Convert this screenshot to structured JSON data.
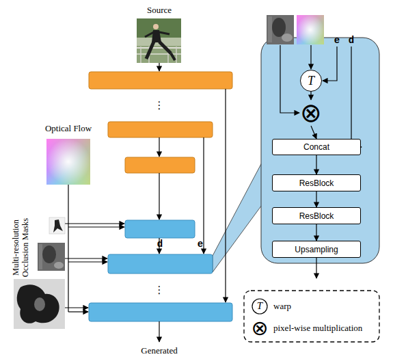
{
  "diagram": {
    "nodes": [
      {
        "text": [
          "T"
        ]
      },
      {
        "text": [
          "⊗"
        ]
      },
      {
        "text": [
          "Concat"
        ]
      },
      {
        "text": [
          "ResBlock"
        ]
      },
      {
        "text": [
          "ResBlock"
        ]
      },
      {
        "text": [
          "Upsampling"
        ]
      }
    ],
    "edges": [
      {
        "from": 0,
        "to": 1,
        "arrow": "to"
      },
      {
        "from": 1,
        "to": 2,
        "arrow": "to"
      },
      {
        "from": 2,
        "to": 3,
        "arrow": "to"
      },
      {
        "from": 3,
        "to": 4,
        "arrow": "to"
      },
      {
        "from": 4,
        "to": 5,
        "arrow": "to"
      }
    ],
    "labels": [
      "Source",
      "⋮",
      "Optical Flow",
      "Multi-resolution Occlusion Masks",
      "d",
      "e",
      "⋮",
      "Generated",
      "e",
      "d",
      "T",
      "⊗"
    ],
    "legend": [
      {
        "text": "warp"
      },
      {
        "text": "pixel-wise multiplication"
      }
    ]
  }
}
